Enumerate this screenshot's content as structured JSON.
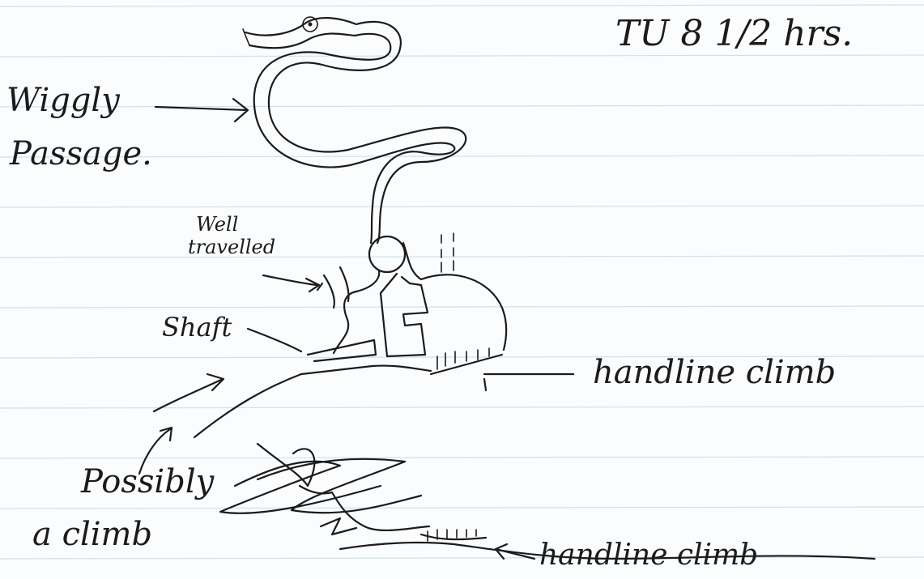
{
  "labels": {
    "title_note": "TU 8 1/2 hrs.",
    "wiggly_line1": "Wiggly",
    "wiggly_line2": "Passage.",
    "well_line1": "Well",
    "well_line2": "travelled",
    "shaft": "Shaft",
    "handline_1": "handline climb",
    "possibly_line1": "Possibly",
    "possibly_line2": "a climb",
    "handline_2": "handline climb"
  },
  "colors": {
    "paper": "#fbfcfd",
    "ruled_line": "#cfe0ec",
    "ink": "#1b1b1b"
  }
}
